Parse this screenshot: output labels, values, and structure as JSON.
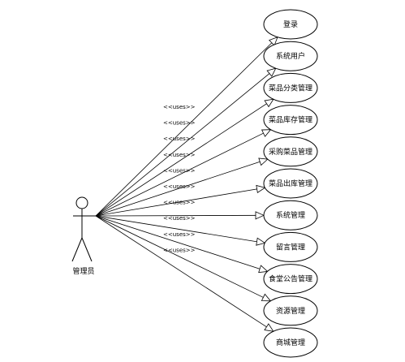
{
  "actor": {
    "name": "管理员"
  },
  "stereotype": "<<uses>>",
  "use_cases": [
    {
      "label": "登录"
    },
    {
      "label": "系统用户"
    },
    {
      "label": "菜品分类管理"
    },
    {
      "label": "菜品库存管理"
    },
    {
      "label": "采购菜品管理"
    },
    {
      "label": "菜品出库管理"
    },
    {
      "label": "系统管理"
    },
    {
      "label": "留言管理"
    },
    {
      "label": "食堂公告管理"
    },
    {
      "label": "资源管理"
    },
    {
      "label": "商城管理"
    }
  ]
}
